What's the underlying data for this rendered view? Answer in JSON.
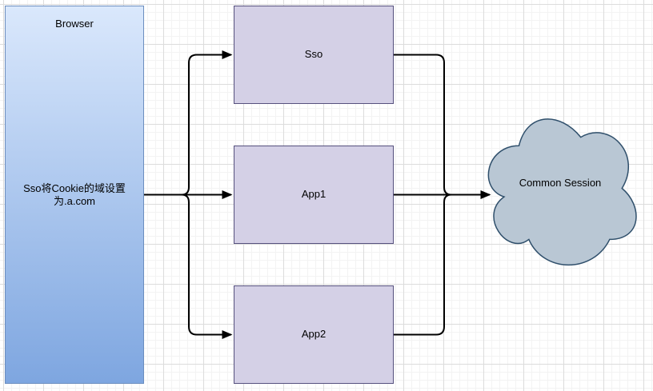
{
  "browser": {
    "title": "Browser",
    "note": "Sso将Cookie的域设置为.a.com"
  },
  "services": [
    {
      "label": "Sso"
    },
    {
      "label": "App1"
    },
    {
      "label": "App2"
    }
  ],
  "cloud": {
    "label": "Common Session"
  },
  "colors": {
    "browser_fill_top": "#dae8fc",
    "browser_fill_bottom": "#7ea6e0",
    "browser_stroke": "#6c8ebf",
    "service_fill": "#d4d0e6",
    "service_stroke": "#56517e",
    "cloud_fill": "#b9c7d4",
    "cloud_stroke": "#2f4f6b",
    "connector": "#000000",
    "grid_minor": "#f3f3f3",
    "grid_major": "#dcdcdc"
  }
}
